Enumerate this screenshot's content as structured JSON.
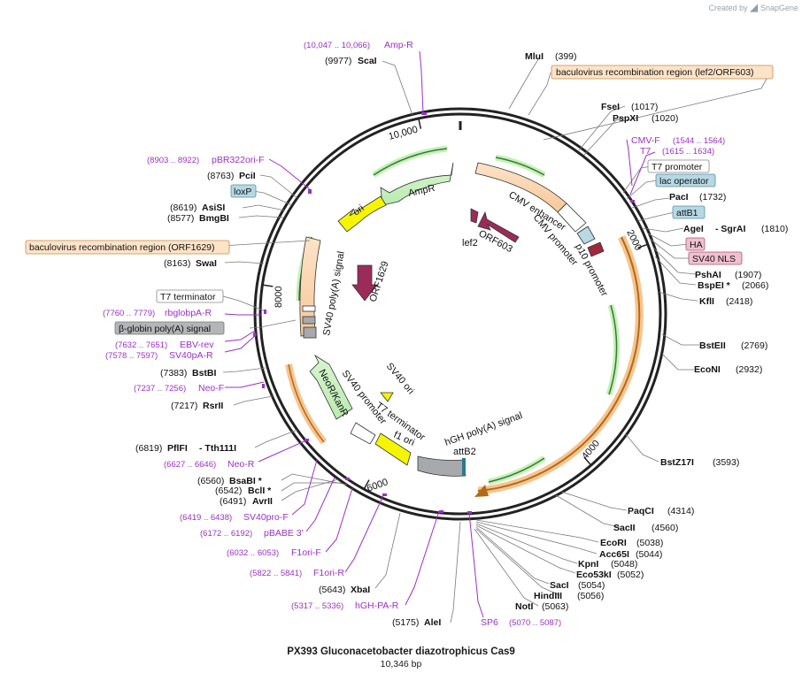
{
  "credit": {
    "prefix": "Created by",
    "brand": "SnapGene"
  },
  "plasmid": {
    "name": "PX393 Gluconacetobacter diazotrophicus Cas9",
    "size_label": "10,346 bp",
    "length": 10346
  },
  "colors": {
    "primer": "#9b30c8",
    "site_text": "#111111",
    "leader": "#777777",
    "backbone": "#222222"
  },
  "ticks": [
    {
      "label": "2000",
      "bp": 2000
    },
    {
      "label": "4000",
      "bp": 4000
    },
    {
      "label": "6000",
      "bp": 6000
    },
    {
      "label": "8000",
      "bp": 8000
    },
    {
      "label": "10,000",
      "bp": 10000
    }
  ],
  "restriction_sites": [
    {
      "name": "MluI",
      "pos": "(399)",
      "bp": 399
    },
    {
      "name": "FseI",
      "pos": "(1017)",
      "bp": 1017
    },
    {
      "name": "PspXI",
      "pos": "(1020)",
      "bp": 1020
    },
    {
      "name": "PacI",
      "pos": "(1732)",
      "bp": 1732
    },
    {
      "name": "AgeI",
      "pos": "",
      "bp": 1810
    },
    {
      "name": "- SgrAI",
      "pos": "(1810)",
      "bp": 1810
    },
    {
      "name": "PshAI",
      "pos": "(1907)",
      "bp": 1907
    },
    {
      "name": "BspEI *",
      "pos": "(2066)",
      "bp": 2066
    },
    {
      "name": "KflI",
      "pos": "(2418)",
      "bp": 2418
    },
    {
      "name": "BstEII",
      "pos": "(2769)",
      "bp": 2769
    },
    {
      "name": "EcoNI",
      "pos": "(2932)",
      "bp": 2932
    },
    {
      "name": "BstZ17I",
      "pos": "(3593)",
      "bp": 3593
    },
    {
      "name": "PaqCI",
      "pos": "(4314)",
      "bp": 4314
    },
    {
      "name": "SacII",
      "pos": "(4560)",
      "bp": 4560
    },
    {
      "name": "EcoRI",
      "pos": "(5038)",
      "bp": 5038
    },
    {
      "name": "Acc65I",
      "pos": "(5044)",
      "bp": 5044
    },
    {
      "name": "KpnI",
      "pos": "(5048)",
      "bp": 5048
    },
    {
      "name": "Eco53kI",
      "pos": "(5052)",
      "bp": 5052
    },
    {
      "name": "SacI",
      "pos": "(5054)",
      "bp": 5054
    },
    {
      "name": "HindIII",
      "pos": "(5056)",
      "bp": 5056
    },
    {
      "name": "NotI",
      "pos": "(5063)",
      "bp": 5063
    },
    {
      "name": "AleI",
      "pos": "(5175)",
      "bp": 5175
    },
    {
      "name": "XbaI",
      "pos": "(5643)",
      "bp": 5643
    },
    {
      "name": "AvrII",
      "pos": "(6491)",
      "bp": 6491
    },
    {
      "name": "BclI *",
      "pos": "(6542)",
      "bp": 6542
    },
    {
      "name": "BsaBI *",
      "pos": "(6560)",
      "bp": 6560
    },
    {
      "name": "PflFI",
      "pos": "(6819)",
      "bp": 6819
    },
    {
      "name": "- Tth111I",
      "pos": "",
      "bp": 6819
    },
    {
      "name": "RsrII",
      "pos": "(7217)",
      "bp": 7217
    },
    {
      "name": "BstBI",
      "pos": "(7383)",
      "bp": 7383
    },
    {
      "name": "SwaI",
      "pos": "(8163)",
      "bp": 8163
    },
    {
      "name": "BmgBI",
      "pos": "(8577)",
      "bp": 8577
    },
    {
      "name": "AsiSI",
      "pos": "(8619)",
      "bp": 8619
    },
    {
      "name": "PciI",
      "pos": "(8763)",
      "bp": 8763
    },
    {
      "name": "ScaI",
      "pos": "(9977)",
      "bp": 9977
    }
  ],
  "primers": [
    {
      "name": "Amp-R",
      "range": "(10,047 .. 10,066)",
      "bp": 10056
    },
    {
      "name": "CMV-F",
      "range": "(1544 .. 1564)",
      "bp": 1554
    },
    {
      "name": "T7",
      "range": "(1615 .. 1634)",
      "bp": 1624
    },
    {
      "name": "pBR322ori-F",
      "range": "(8903 .. 8922)",
      "bp": 8912
    },
    {
      "name": "rbglobpA-R",
      "range": "(7760 .. 7779)",
      "bp": 7770
    },
    {
      "name": "EBV-rev",
      "range": "(7632 .. 7651)",
      "bp": 7641
    },
    {
      "name": "SV40pA-R",
      "range": "(7578 .. 7597)",
      "bp": 7587
    },
    {
      "name": "Neo-F",
      "range": "(7237 .. 7256)",
      "bp": 7246
    },
    {
      "name": "Neo-R",
      "range": "(6627 .. 6646)",
      "bp": 6636
    },
    {
      "name": "SV40pro-F",
      "range": "(6419 .. 6438)",
      "bp": 6428
    },
    {
      "name": "pBABE 3'",
      "range": "(6172 .. 6192)",
      "bp": 6182
    },
    {
      "name": "F1ori-F",
      "range": "(6032 .. 6053)",
      "bp": 6042
    },
    {
      "name": "F1ori-R",
      "range": "(5822 .. 5841)",
      "bp": 5831
    },
    {
      "name": "hGH-PA-R",
      "range": "(5317 .. 5336)",
      "bp": 5326
    },
    {
      "name": "SP6",
      "range": "(5070 .. 5087)",
      "bp": 5078
    }
  ],
  "boxed_features": [
    {
      "name": "baculovirus recombination region (lef2/ORF603)",
      "style": "orange"
    },
    {
      "name": "T7 promoter",
      "style": "white"
    },
    {
      "name": "lac operator",
      "style": "blue"
    },
    {
      "name": "attB1",
      "style": "blue"
    },
    {
      "name": "HA",
      "style": "pink"
    },
    {
      "name": "SV40 NLS",
      "style": "pink"
    },
    {
      "name": "loxP",
      "style": "blue"
    },
    {
      "name": "baculovirus recombination region (ORF1629)",
      "style": "orange"
    },
    {
      "name": "T7 terminator",
      "style": "white"
    },
    {
      "name": "β-globin poly(A) signal",
      "style": "gray"
    }
  ],
  "inner_labels": {
    "cmv_enhancer": "CMV enhancer",
    "cmv_promoter": "CMV promoter",
    "p10_promoter": "p10 promoter",
    "orf603": "ORF603",
    "lef2": "lef2",
    "ampr": "AmpR",
    "ori": "ori",
    "orf1629": "ORF1629",
    "sv40_polya": "SV40 poly(A) signal",
    "sv40_ori": "SV40 ori",
    "sv40_promoter": "SV40 promoter",
    "neor": "NeoR/KanR",
    "t7_terminator": "T7 terminator",
    "f1_ori": "f1 ori",
    "hgh_polya": "hGH poly(A) signal",
    "attb2": "attB2"
  }
}
